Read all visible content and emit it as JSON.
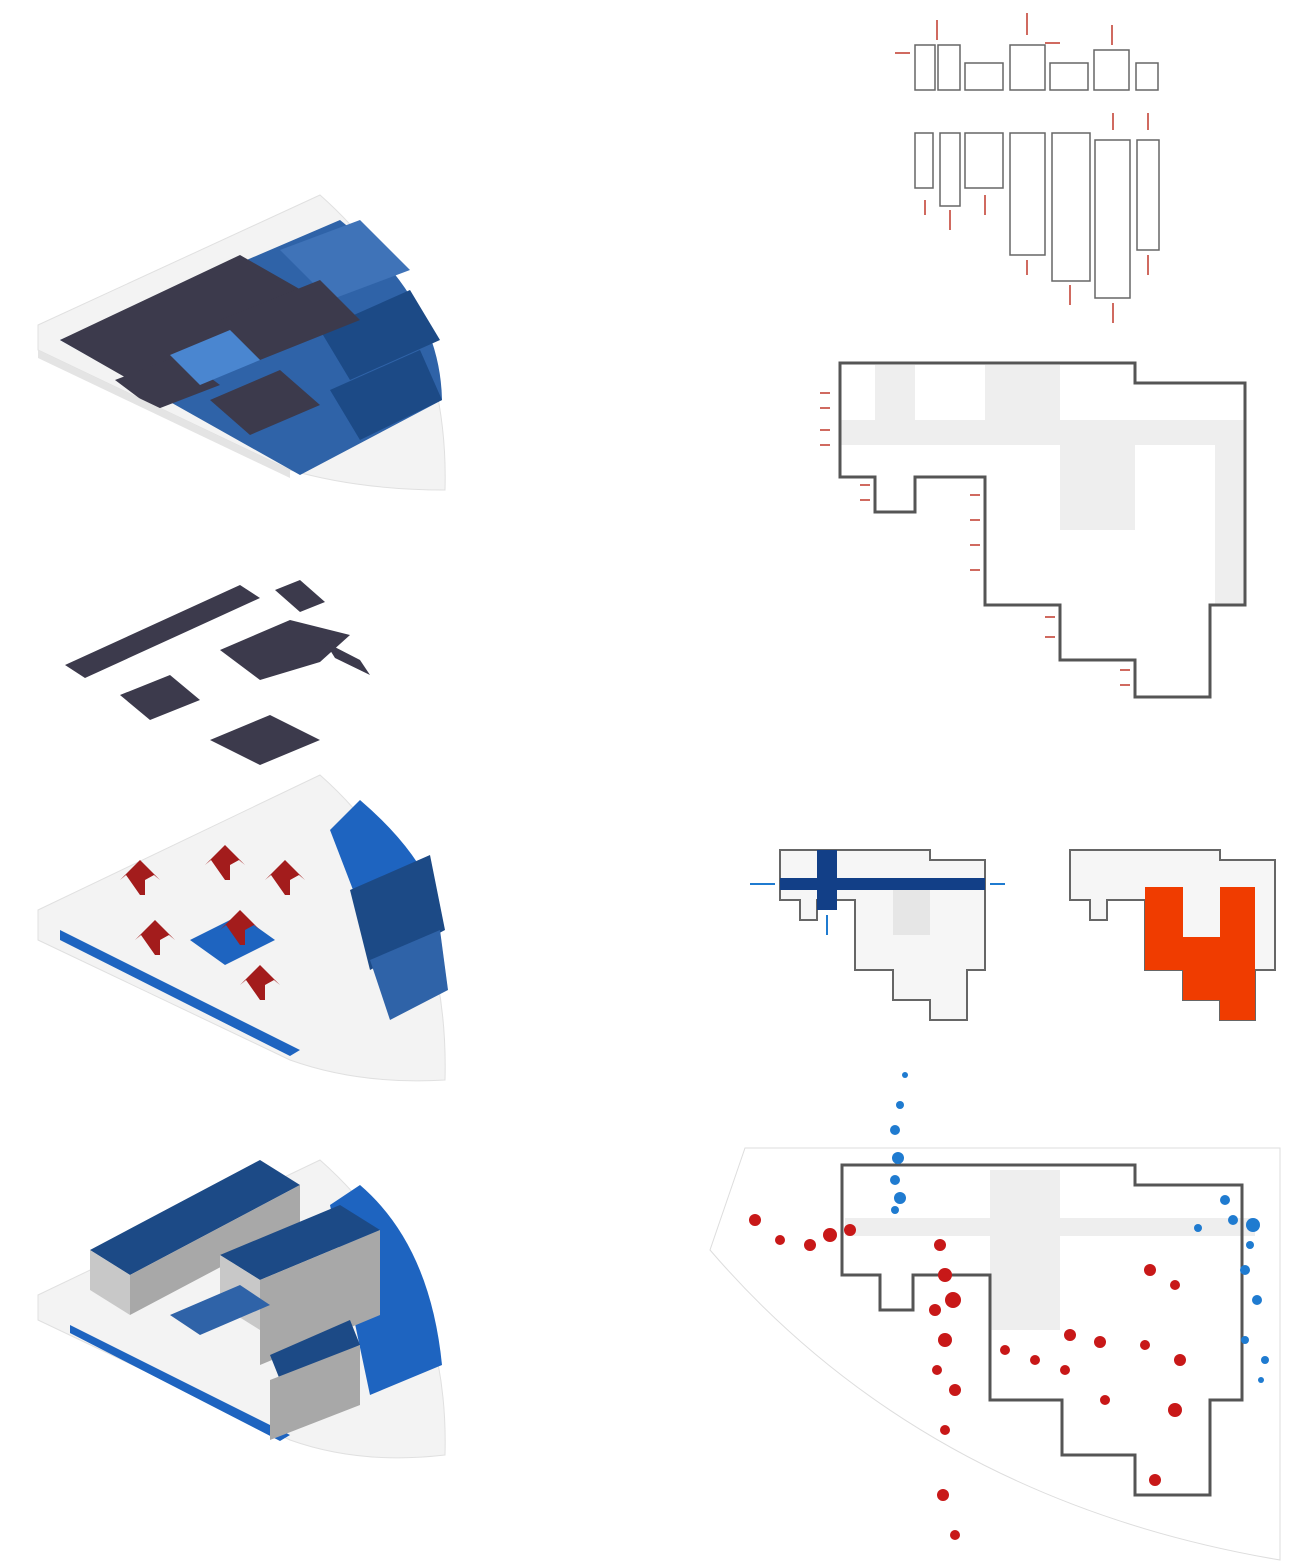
{
  "colors": {
    "roof_dark": "#3c3a4c",
    "roof_blue": "#2f63a8",
    "roof_blue_dark": "#1c4a86",
    "ground_blue": "#1e64c0",
    "facade_gray": "#a8a8a8",
    "plan_outline": "#555555",
    "plan_fill": "#e8e8e8",
    "arrow_red": "#a31c1c",
    "circulation_blue": "#123f87",
    "program_orange": "#f03c00",
    "dot_red": "#c81818",
    "dot_blue": "#1f7bd0"
  },
  "panels": {
    "left": [
      {
        "name": "layered-roof-axonometric"
      },
      {
        "name": "roof-volumes-axonometric"
      },
      {
        "name": "lift-arrows-axonometric"
      },
      {
        "name": "massing-axonometric"
      }
    ],
    "right": [
      {
        "name": "unit-split-diagram"
      },
      {
        "name": "footprint-plan"
      },
      {
        "name": "circulation-plan"
      },
      {
        "name": "program-plan"
      },
      {
        "name": "activity-dot-map"
      }
    ]
  }
}
